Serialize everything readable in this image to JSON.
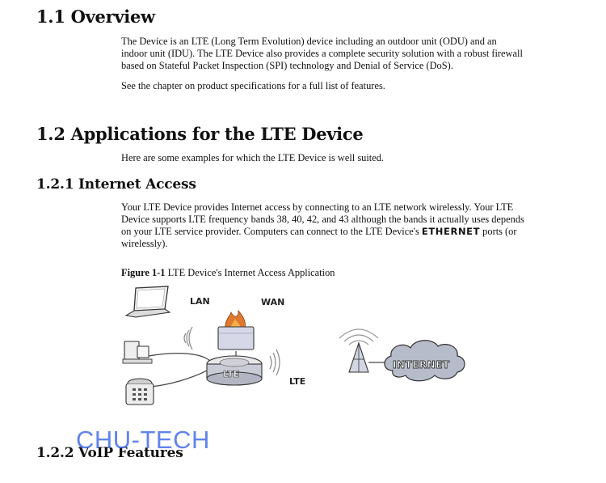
{
  "sections": {
    "s1_1": {
      "heading": "1.1 Overview",
      "paragraphs": [
        "The Device is an LTE (Long Term Evolution) device including an outdoor unit (ODU) and an indoor unit (IDU). The LTE Device also provides a complete security solution with a robust firewall based on Stateful Packet Inspection (SPI) technology and Denial of Service (DoS).",
        "See the chapter on product specifications for a full list of features."
      ]
    },
    "s1_2": {
      "heading": "1.2 Applications for the LTE Device",
      "paragraph": "Here are some examples for which the LTE Device is well suited."
    },
    "s1_2_1": {
      "heading": "1.2.1 Internet Access",
      "paragraph_before": "Your LTE Device provides Internet access by connecting to an LTE network wirelessly. Your LTE Device supports LTE frequency bands 38, 40, 42, and 43 although the bands it actually uses depends on your LTE service provider. Computers can connect to the LTE Device's ",
      "paragraph_bold": "ETHERNET",
      "paragraph_after": " ports (or wirelessly).",
      "figure": {
        "number": "Figure 1-1",
        "caption": "LTE Device's Internet Access Application",
        "labels": {
          "lan": "LAN",
          "wan": "WAN",
          "lte": "LTE",
          "device": "LTE",
          "internet": "INTERNET"
        }
      }
    },
    "s1_2_2": {
      "heading": "1.2.2 VoIP Features"
    }
  },
  "watermark": "CHU-TECH"
}
